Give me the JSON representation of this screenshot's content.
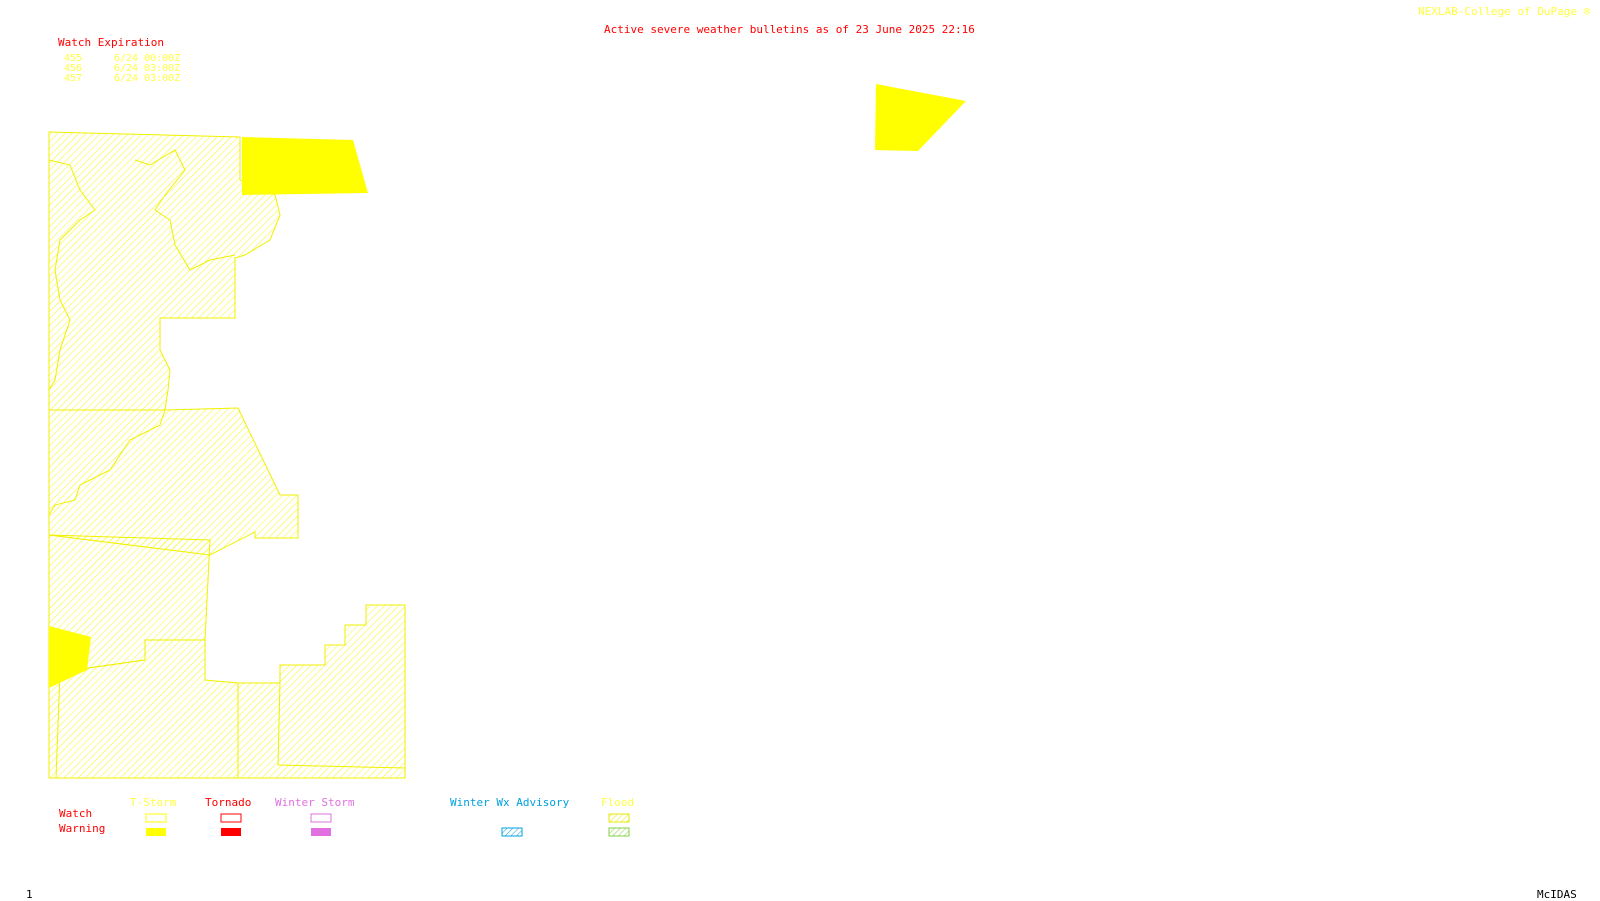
{
  "header": {
    "title": "Active severe weather bulletins as of 23 June 2025 22:16",
    "credit": "NEXLAB-College of DuPage ®"
  },
  "watch_list": {
    "heading": "Watch Expiration",
    "rows": [
      {
        "number": "455",
        "expires": "6/24 00:00Z"
      },
      {
        "number": "456",
        "expires": "6/24 03:00Z"
      },
      {
        "number": "457",
        "expires": "6/24 03:00Z"
      }
    ]
  },
  "legend": {
    "row_watch": "Watch",
    "row_warning": "Warning",
    "categories": [
      {
        "name": "T-Storm",
        "color": "#ffff00"
      },
      {
        "name": "Tornado",
        "color": "#ff0000"
      },
      {
        "name": "Winter Storm",
        "color": "#e070e0"
      },
      {
        "name": "Winter Wx Advisory",
        "color": "#00a0e0"
      },
      {
        "name": "Flood",
        "color": "#ffff00"
      }
    ],
    "flood_warning_color": "#80e040"
  },
  "footer": {
    "frame_number": "1",
    "software": "McIDAS"
  },
  "colors": {
    "label_red": "#ff0000",
    "watch_yellow": "#ffff00",
    "hatch_yellow": "#ffff40",
    "outline_yellow": "#f0f000"
  }
}
